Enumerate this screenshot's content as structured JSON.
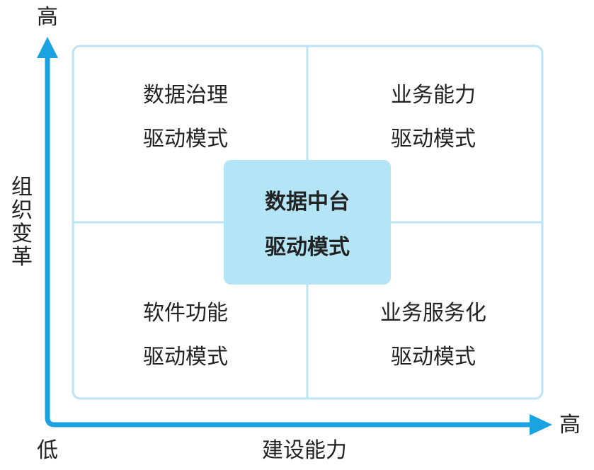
{
  "axes": {
    "y_high": "高",
    "x_high": "高",
    "origin_low": "低",
    "x_label": "建设能力",
    "y_label_chars": [
      "组",
      "织",
      "变",
      "革"
    ]
  },
  "quadrants": {
    "top_left": {
      "line1": "数据治理",
      "line2": "驱动模式"
    },
    "top_right": {
      "line1": "业务能力",
      "line2": "驱动模式"
    },
    "bottom_left": {
      "line1": "软件功能",
      "line2": "驱动模式"
    },
    "bottom_right": {
      "line1": "业务服务化",
      "line2": "驱动模式"
    }
  },
  "center": {
    "line1": "数据中台",
    "line2": "驱动模式"
  },
  "colors": {
    "axis": "#1aa3e0",
    "grid": "#bde4f5",
    "center_fill": "#b3e5f7"
  }
}
